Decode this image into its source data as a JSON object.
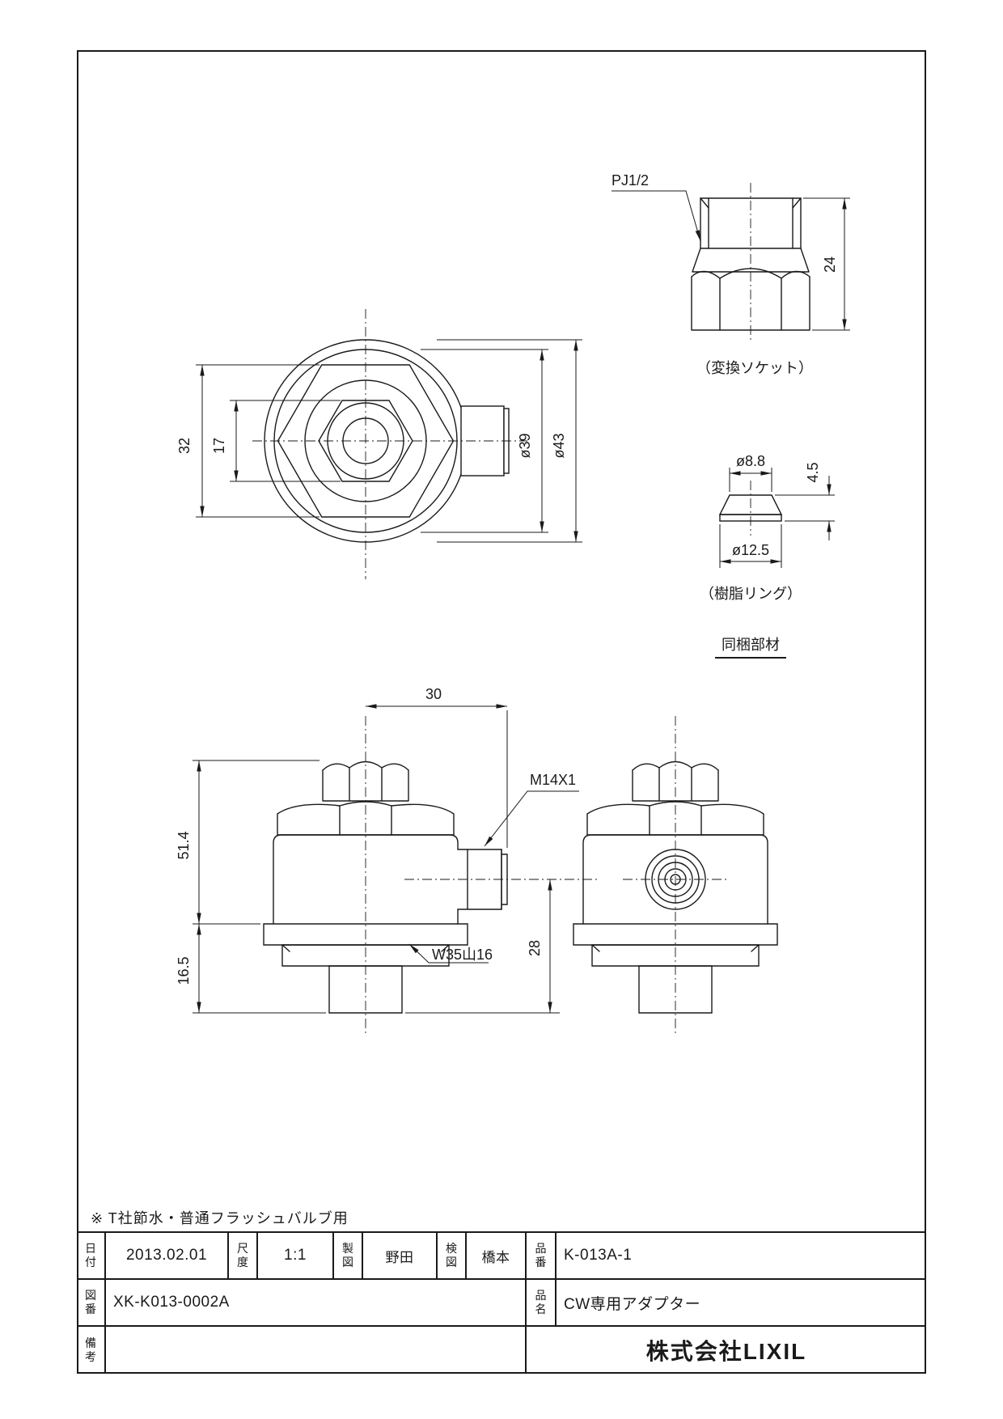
{
  "drawing": {
    "note": "※ T社節水・普通フラッシュバルブ用",
    "socket_view": {
      "thread_label": "PJ1/2",
      "height": "24",
      "caption": "（変換ソケット）"
    },
    "top_view": {
      "width_outer": "32",
      "width_inner": "17",
      "dia_inner": "ø39",
      "dia_outer": "ø43"
    },
    "ring_view": {
      "dia_top": "ø8.8",
      "height": "4.5",
      "dia_bottom": "ø12.5",
      "caption": "（樹脂リング）",
      "bundle_label": "同梱部材"
    },
    "front_view": {
      "nipple_length": "30",
      "nipple_thread": "M14X1",
      "body_height": "51.4",
      "nipple_height": "28",
      "lower_height": "16.5",
      "bottom_thread": "W35山16"
    }
  },
  "title_block": {
    "date_label": "日付",
    "date": "2013.02.01",
    "scale_label": "尺度",
    "scale": "1:1",
    "drafted_label": "製図",
    "drafted_by": "野田",
    "checked_label": "検図",
    "checked_by": "橋本",
    "part_no_label": "品番",
    "part_no": "K-013A-1",
    "drawing_no_label": "図番",
    "drawing_no": "XK-K013-0002A",
    "product_label": "品名",
    "product_name": "CW専用アダプター",
    "remarks_label": "備考",
    "company": "株式会社LIXIL"
  }
}
